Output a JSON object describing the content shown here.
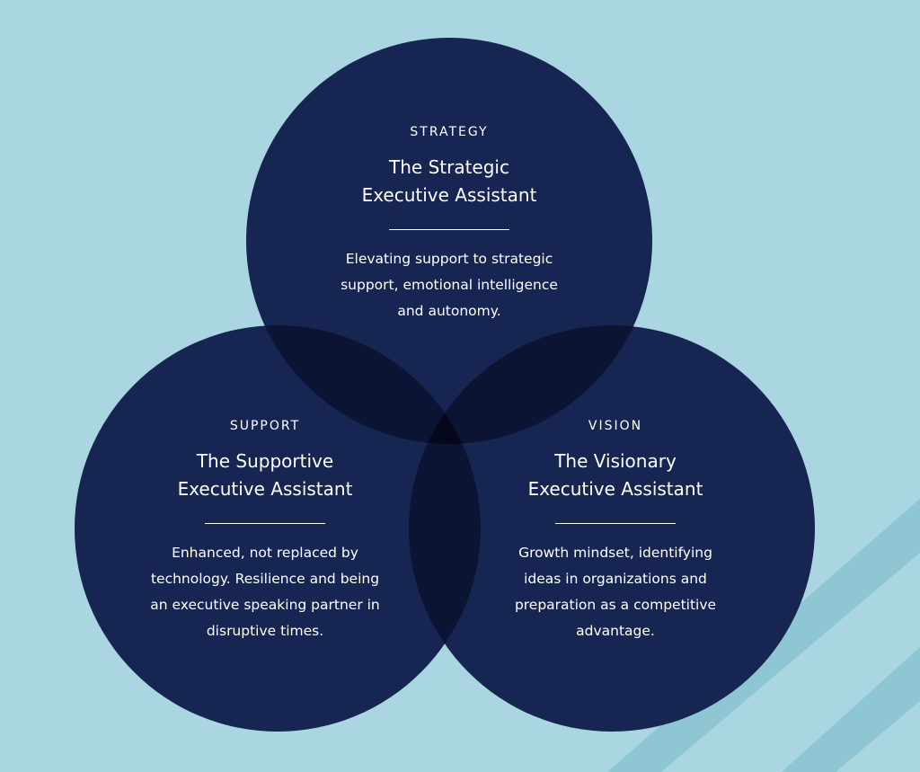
{
  "colors": {
    "background": "#a9d6e0",
    "stripe": "#8ec6d4",
    "circle": "#172553",
    "overlap": "#0b1533",
    "center": "#04081a",
    "text": "#ffffff"
  },
  "diagram": {
    "circles": [
      {
        "key": "strategy",
        "tag": "STRATEGY",
        "title_line1": "The Strategic",
        "title_line2": "Executive Assistant",
        "desc_line1": "Elevating support to strategic",
        "desc_line2": "support, emotional intelligence",
        "desc_line3": "and autonomy.",
        "desc_line4": ""
      },
      {
        "key": "support",
        "tag": "SUPPORT",
        "title_line1": "The Supportive",
        "title_line2": "Executive Assistant",
        "desc_line1": "Enhanced, not replaced by",
        "desc_line2": "technology. Resilience and being",
        "desc_line3": "an executive speaking partner in",
        "desc_line4": "disruptive times."
      },
      {
        "key": "vision",
        "tag": "VISION",
        "title_line1": "The Visionary",
        "title_line2": "Executive Assistant",
        "desc_line1": "Growth mindset, identifying",
        "desc_line2": "ideas in organizations and",
        "desc_line3": "preparation as a competitive",
        "desc_line4": "advantage."
      }
    ]
  }
}
